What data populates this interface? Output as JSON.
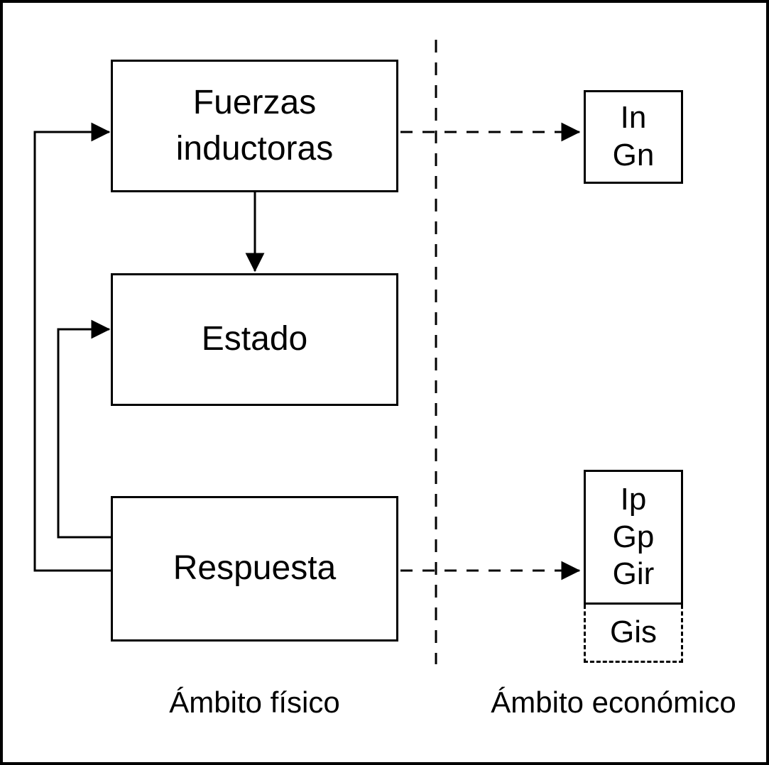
{
  "diagram": {
    "boxes": {
      "fuerzas_inductoras": {
        "lines": [
          "Fuerzas",
          "inductoras"
        ]
      },
      "estado": {
        "label": "Estado"
      },
      "respuesta": {
        "label": "Respuesta"
      },
      "in_gn": {
        "lines": [
          "In",
          "Gn"
        ]
      },
      "ip_gp_gir": {
        "lines": [
          "Ip",
          "Gp",
          "Gir"
        ]
      },
      "gis": {
        "label": "Gis"
      }
    },
    "domain_labels": {
      "physical": "Ámbito físico",
      "economic": "Ámbito económico"
    },
    "colors": {
      "line": "#000000",
      "background": "#ffffff"
    }
  }
}
